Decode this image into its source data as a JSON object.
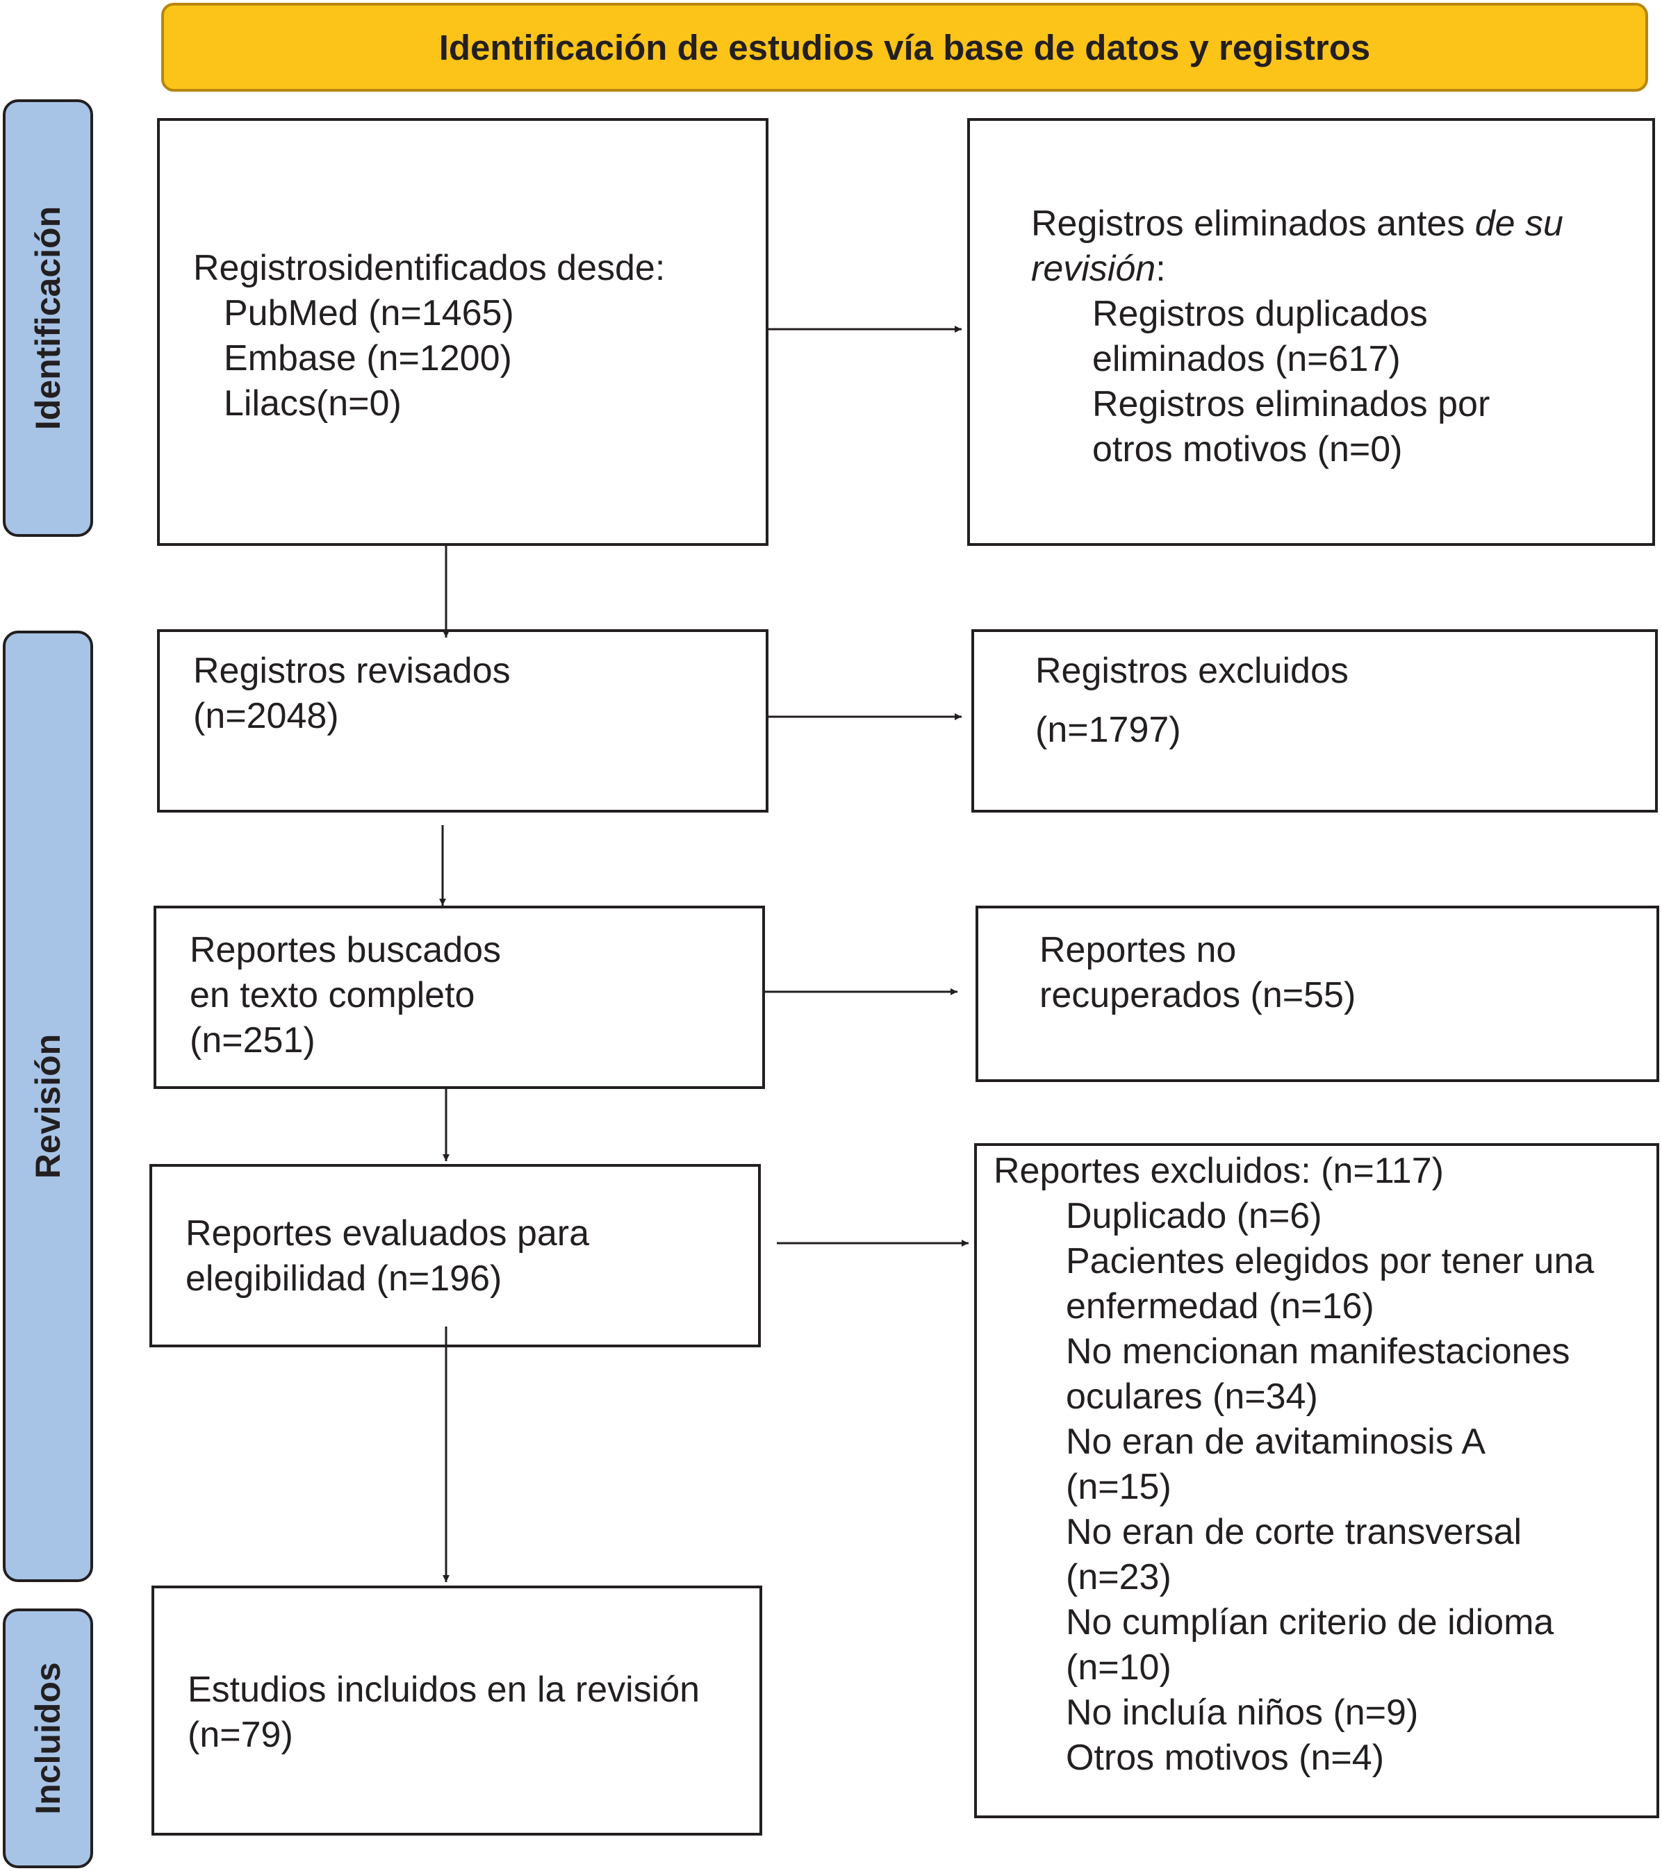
{
  "header": {
    "title": "Identificación de estudios vía base de datos y registros"
  },
  "phases": {
    "identificacion": "Identificación",
    "revision": "Revisión",
    "incluidos": "Incluidos"
  },
  "identified": {
    "title": "Registrosidentificados desde:",
    "sources": [
      "PubMed (n=1465)",
      "Embase (n=1200)",
      "Lilacs(n=0)"
    ]
  },
  "removed_before": {
    "title_plain": "Registros eliminados antes ",
    "title_italic": "de su",
    "title_italic2": "revisión",
    "title_colon": ":",
    "items": [
      "Registros duplicados",
      "eliminados (n=617)",
      "Registros eliminados por",
      "otros motivos (n=0)"
    ]
  },
  "screened": {
    "lines": [
      "Registros revisados",
      "(n=2048)"
    ]
  },
  "excluded_records": {
    "lines": [
      "Registros excluidos",
      "(n=1797)"
    ]
  },
  "sought": {
    "lines": [
      "Reportes buscados",
      "en texto completo",
      "(n=251)"
    ]
  },
  "not_retrieved": {
    "lines": [
      "Reportes no",
      "recuperados (n=55)"
    ]
  },
  "assessed": {
    "lines": [
      "Reportes evaluados para",
      "elegibilidad (n=196)"
    ]
  },
  "excluded_reports": {
    "title": "Reportes excluidos: (n=117)",
    "items": [
      "Duplicado (n=6)",
      "Pacientes elegidos por tener una",
      "enfermedad (n=16)",
      "No mencionan manifestaciones",
      "oculares (n=34)",
      "No eran de avitaminosis A",
      "(n=15)",
      "No eran de corte transversal",
      "(n=23)",
      "No cumplían criterio de idioma",
      "(n=10)",
      "No incluía niños (n=9)",
      "Otros motivos (n=4)"
    ]
  },
  "included": {
    "lines": [
      "Estudios incluidos en la revisión",
      "(n=79)"
    ]
  }
}
